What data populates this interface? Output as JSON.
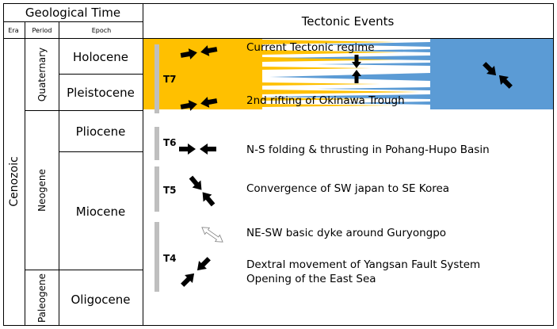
{
  "header": {
    "geological_time": "Geological Time",
    "tectonic_events": "Tectonic Events",
    "era": "Era",
    "period": "Period",
    "epoch": "Epoch"
  },
  "era": "Cenozoic",
  "periods": {
    "quaternary": "Quaternary",
    "neogene": "Neogene",
    "paleogene": "Paleogene"
  },
  "epochs": {
    "holocene": "Holocene",
    "pleistocene": "Pleistocene",
    "pliocene": "Pliocene",
    "miocene": "Miocene",
    "oligocene": "Oligocene"
  },
  "stages": {
    "t7": "T7",
    "t6": "T6",
    "t5": "T5",
    "t4": "T4"
  },
  "events": {
    "current_regime": "Current Tectonic regime",
    "okinawa": "2nd rifting of Okinawa Trough",
    "pohang": "N-S folding & thrusting in Pohang-Hupo Basin",
    "convergence": "Convergence of SW japan to SE Korea",
    "dyke": "NE-SW basic dyke around Guryongpo",
    "yangsan": "Dextral movement of Yangsan Fault System",
    "east_sea": "Opening of the East Sea"
  },
  "colors": {
    "quaternary_orange": "#FFC000",
    "current_blue": "#5B9BD5",
    "stage_bar_gray": "#BFBFBF",
    "border": "#000000"
  }
}
